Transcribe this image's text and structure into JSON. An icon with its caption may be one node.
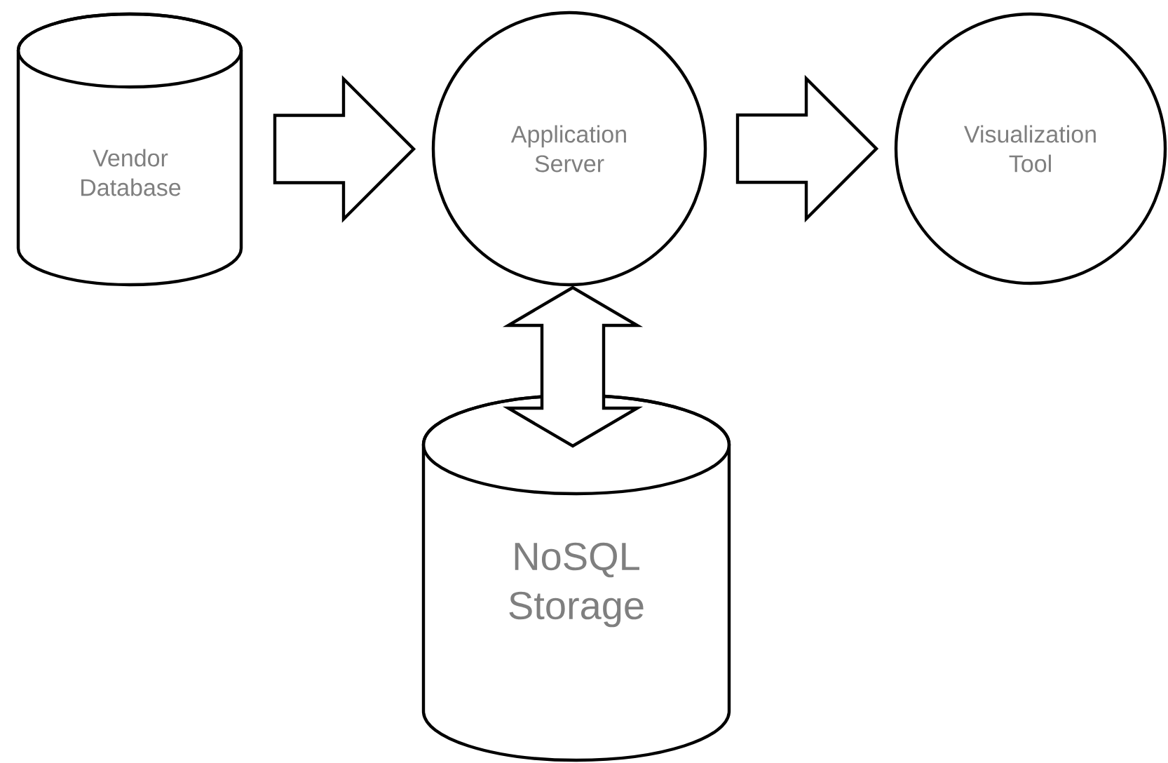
{
  "diagram": {
    "nodes": [
      {
        "text": [
          "Vendor Database"
        ]
      },
      {
        "text": [
          "Application Server"
        ]
      },
      {
        "text": [
          "Visualization Tool"
        ]
      },
      {
        "text": [
          "NoSQL Storage"
        ]
      }
    ],
    "edges": [
      {
        "from": 0,
        "to": 1,
        "arrow": "to"
      },
      {
        "from": 1,
        "to": 2,
        "arrow": "to"
      },
      {
        "from": 1,
        "to": 3,
        "arrow": "both"
      }
    ]
  }
}
